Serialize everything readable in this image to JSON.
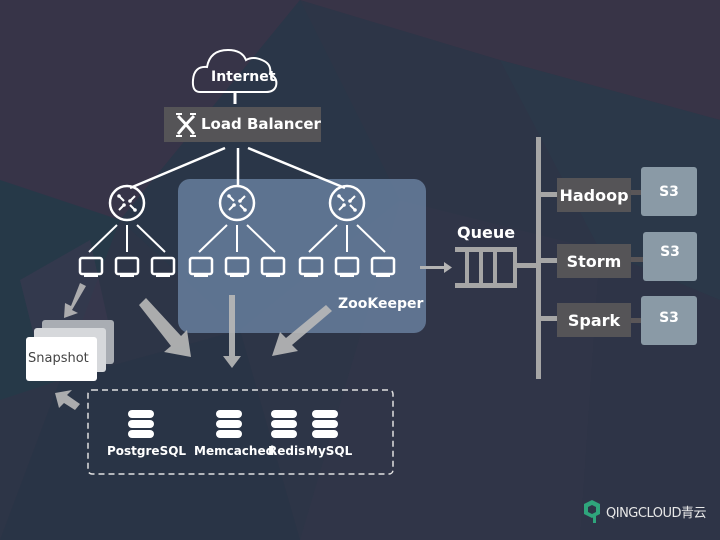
{
  "diagram": {
    "internet": {
      "label": "Internet",
      "icon": "cloud-icon"
    },
    "load_balancer": {
      "label": "Load Balancer",
      "icon": "load-balancer-icon"
    },
    "routers": [
      {
        "icon": "router-icon",
        "servers": 3
      },
      {
        "icon": "router-icon",
        "servers": 3
      },
      {
        "icon": "router-icon",
        "servers": 3
      }
    ],
    "cluster": {
      "label": "ZooKeeper"
    },
    "queue": {
      "label": "Queue",
      "icon": "queue-icon"
    },
    "processors": [
      {
        "label": "Hadoop",
        "storage": "S3"
      },
      {
        "label": "Storm",
        "storage": "S3"
      },
      {
        "label": "Spark",
        "storage": "S3"
      }
    ],
    "snapshot": {
      "label": "Snapshot"
    },
    "databases": [
      {
        "label": "PostgreSQL",
        "icon": "database-icon"
      },
      {
        "label": "Memcached",
        "icon": "database-icon"
      },
      {
        "label": "Redis",
        "icon": "database-icon"
      },
      {
        "label": "MySQL",
        "icon": "database-icon"
      }
    ]
  },
  "brand": {
    "name": "QINGCLOUD",
    "cn": "青云",
    "color": "#2fa57c"
  },
  "colors": {
    "bg": "#2c3546",
    "cluster_fill": "#6f88a8",
    "gray_box": "#555457",
    "s3_box": "#8a9aa6",
    "arrow": "#b4b4b4"
  }
}
